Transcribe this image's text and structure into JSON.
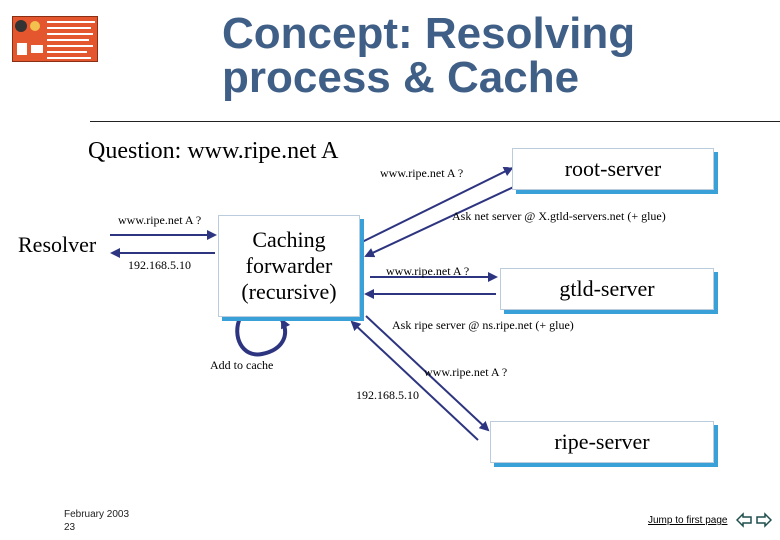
{
  "slide": {
    "title_line1": "Concept: Resolving",
    "title_line2": "process & Cache",
    "question": "Question: www.ripe.net A"
  },
  "nodes": {
    "resolver": "Resolver",
    "caching_forwarder": [
      "Caching",
      "forwarder",
      "(recursive)"
    ],
    "root_server": "root-server",
    "gtld_server": "gtld-server",
    "ripe_server": "ripe-server"
  },
  "labels": {
    "query_to_root": "www.ripe.net A ?",
    "root_answer": "Ask net server @ X.gtld-servers.net (+ glue)",
    "query_from_resolver": "www.ripe.net A ?",
    "answer_to_resolver": "192.168.5.10",
    "query_to_gtld": "www.ripe.net A ?",
    "gtld_answer": "Ask ripe server @ ns.ripe.net (+ glue)",
    "add_to_cache": "Add to cache",
    "query_to_ripe": "www.ripe.net A ?",
    "ripe_answer": "192.168.5.10"
  },
  "footer": {
    "date": "February 2003",
    "page": "23",
    "jump_link": "Jump to first page"
  },
  "icons": {
    "prev": "arrow-left-icon",
    "next": "arrow-right-icon"
  },
  "colors": {
    "title": "#3f5f87",
    "shadow": "#3aa0d8",
    "arrow": "#2e3580",
    "logo": "#e4572e",
    "nav": "#1f4f4f"
  }
}
